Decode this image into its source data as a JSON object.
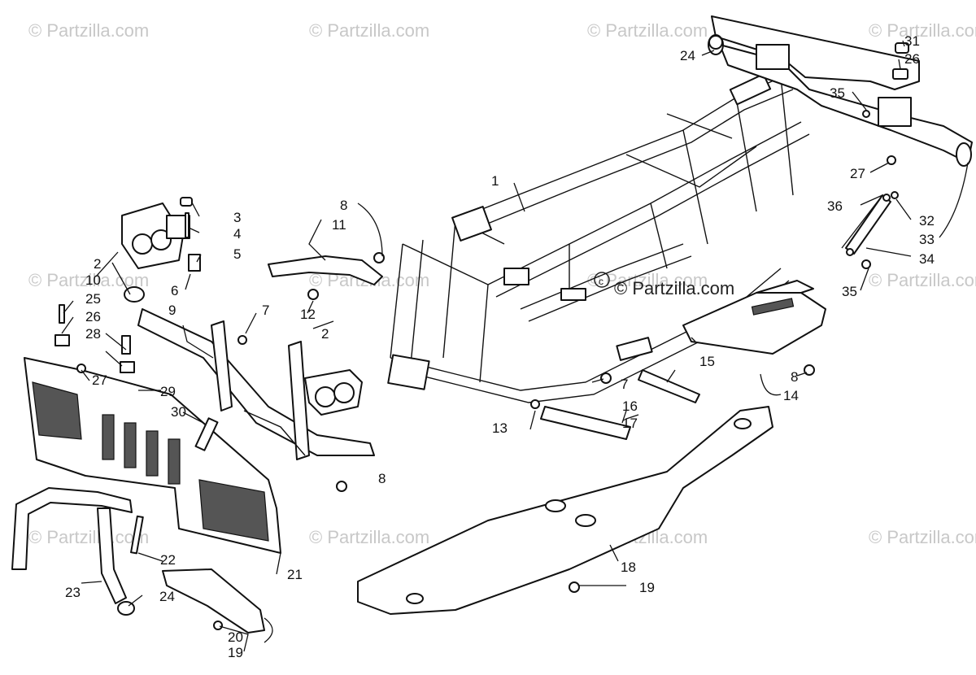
{
  "watermark_text": "© Partzilla.com",
  "center_watermark_text": "© Partzilla.com",
  "callouts": [
    "1",
    "2",
    "2",
    "3",
    "4",
    "5",
    "6",
    "7",
    "7",
    "8",
    "8",
    "8",
    "9",
    "10",
    "11",
    "12",
    "13",
    "14",
    "15",
    "16",
    "17",
    "18",
    "19",
    "19",
    "20",
    "21",
    "22",
    "23",
    "24",
    "24",
    "25",
    "26",
    "26",
    "27",
    "27",
    "28",
    "29",
    "30",
    "31",
    "32",
    "33",
    "34",
    "35",
    "35",
    "36"
  ]
}
